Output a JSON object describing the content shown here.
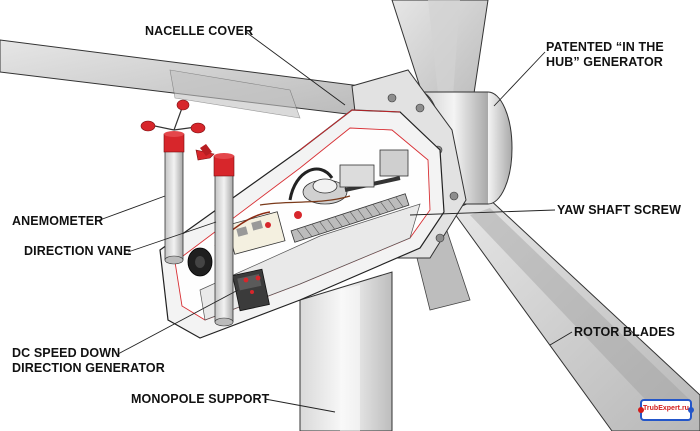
{
  "labels": {
    "nacelle_cover": "NACELLE COVER",
    "generator": [
      "PATENTED “IN THE",
      "HUB” GENERATOR"
    ],
    "yaw_shaft_screw": "YAW SHAFT SCREW",
    "anemometer": "ANEMOMETER",
    "direction_vane": "DIRECTION VANE",
    "rotor_blades": "ROTOR BLADES",
    "dc_speed_down": [
      "DC SPEED DOWN",
      "DIRECTION GENERATOR"
    ],
    "monopole_support": "MONOPOLE SUPPORT"
  },
  "watermark": {
    "text": "TrubExpert.ru"
  },
  "colors": {
    "accent_red": "#d7262b",
    "line": "#222222",
    "metal_light": "#efefef",
    "metal_mid": "#c9c9c9",
    "metal_dark": "#9a9a9a",
    "watermark_blue": "#2356c9"
  }
}
